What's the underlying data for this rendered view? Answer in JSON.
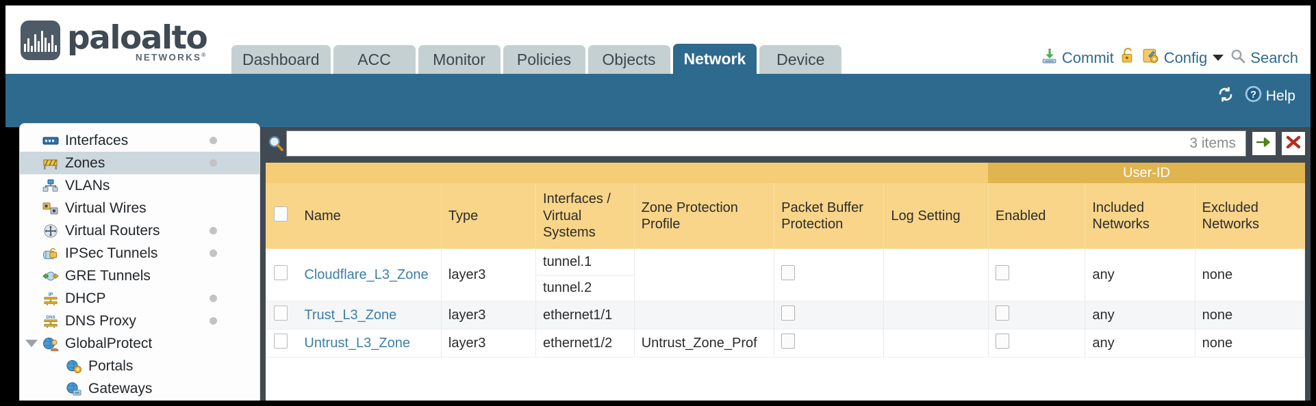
{
  "brand": {
    "name": "paloalto",
    "tagline": "NETWORKS",
    "registered": "®"
  },
  "nav": {
    "tabs": [
      {
        "label": "Dashboard",
        "active": false
      },
      {
        "label": "ACC",
        "active": false
      },
      {
        "label": "Monitor",
        "active": false
      },
      {
        "label": "Policies",
        "active": false
      },
      {
        "label": "Objects",
        "active": false
      },
      {
        "label": "Network",
        "active": true
      },
      {
        "label": "Device",
        "active": false
      }
    ],
    "actions": [
      {
        "label": "Commit",
        "icon": "commit-icon"
      },
      {
        "label": "",
        "icon": "lock-icon"
      },
      {
        "label": "Config",
        "icon": "config-icon",
        "caret": true
      },
      {
        "label": "Search",
        "icon": "search-icon"
      }
    ]
  },
  "band": {
    "refresh_label": "",
    "help_label": "Help"
  },
  "sidebar": {
    "items": [
      {
        "label": "Interfaces",
        "icon": "interfaces-icon",
        "dot": true,
        "selected": false,
        "sub": false,
        "twisty": false
      },
      {
        "label": "Zones",
        "icon": "zones-icon",
        "dot": true,
        "selected": true,
        "sub": false,
        "twisty": false
      },
      {
        "label": "VLANs",
        "icon": "vlans-icon",
        "dot": false,
        "selected": false,
        "sub": false,
        "twisty": false
      },
      {
        "label": "Virtual Wires",
        "icon": "virtual-wires-icon",
        "dot": false,
        "selected": false,
        "sub": false,
        "twisty": false
      },
      {
        "label": "Virtual Routers",
        "icon": "virtual-routers-icon",
        "dot": true,
        "selected": false,
        "sub": false,
        "twisty": false
      },
      {
        "label": "IPSec Tunnels",
        "icon": "ipsec-tunnels-icon",
        "dot": true,
        "selected": false,
        "sub": false,
        "twisty": false
      },
      {
        "label": "GRE Tunnels",
        "icon": "gre-tunnels-icon",
        "dot": false,
        "selected": false,
        "sub": false,
        "twisty": false
      },
      {
        "label": "DHCP",
        "icon": "dhcp-icon",
        "dot": true,
        "selected": false,
        "sub": false,
        "twisty": false
      },
      {
        "label": "DNS Proxy",
        "icon": "dns-proxy-icon",
        "dot": true,
        "selected": false,
        "sub": false,
        "twisty": false
      },
      {
        "label": "GlobalProtect",
        "icon": "globalprotect-icon",
        "dot": false,
        "selected": false,
        "sub": false,
        "twisty": true
      },
      {
        "label": "Portals",
        "icon": "portals-icon",
        "dot": false,
        "selected": false,
        "sub": true,
        "twisty": false
      },
      {
        "label": "Gateways",
        "icon": "gateways-icon",
        "dot": false,
        "selected": false,
        "sub": true,
        "twisty": false
      }
    ]
  },
  "search": {
    "value": "",
    "placeholder": "",
    "item_count": "3 items",
    "apply_icon": "apply-filter-arrow-icon",
    "clear_icon": "clear-filter-close-icon"
  },
  "table": {
    "group_header": "User-ID",
    "columns": [
      "Name",
      "Type",
      "Interfaces / Virtual Systems",
      "Zone Protection Profile",
      "Packet Buffer Protection",
      "Log Setting",
      "Enabled",
      "Included Networks",
      "Excluded Networks"
    ],
    "rows": [
      {
        "name": "Cloudflare_L3_Zone",
        "type": "layer3",
        "interfaces": [
          "tunnel.1",
          "tunnel.2"
        ],
        "zone_protection_profile": "",
        "packet_buffer_protection": false,
        "log_setting": "",
        "enabled": false,
        "included_networks": "any",
        "excluded_networks": "none"
      },
      {
        "name": "Trust_L3_Zone",
        "type": "layer3",
        "interfaces": [
          "ethernet1/1"
        ],
        "zone_protection_profile": "",
        "packet_buffer_protection": false,
        "log_setting": "",
        "enabled": false,
        "included_networks": "any",
        "excluded_networks": "none"
      },
      {
        "name": "Untrust_L3_Zone",
        "type": "layer3",
        "interfaces": [
          "ethernet1/2"
        ],
        "zone_protection_profile": "Untrust_Zone_Prof",
        "packet_buffer_protection": false,
        "log_setting": "",
        "enabled": false,
        "included_networks": "any",
        "excluded_networks": "none"
      }
    ]
  },
  "colors": {
    "brand_blue": "#2e6a8e",
    "header_gold": "#f8d588",
    "group_gold": "#e0b44f",
    "tab_grey": "#c5d0d2",
    "panel_dark": "#414a52",
    "link_blue": "#3b7fa6"
  }
}
